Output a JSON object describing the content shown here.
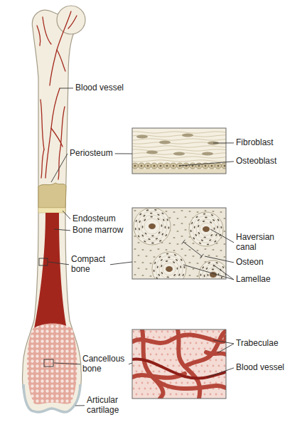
{
  "diagram": {
    "labels": [
      "Blood vessel",
      "Periosteum",
      "Fibroblast",
      "Osteoblast",
      "Endosteum",
      "Bone marrow",
      "Haversian canal",
      "Osteon",
      "Compact bone",
      "Lamellae",
      "Cancellous bone",
      "Trabeculae",
      "Blood vessel",
      "Articular cartilage"
    ]
  }
}
